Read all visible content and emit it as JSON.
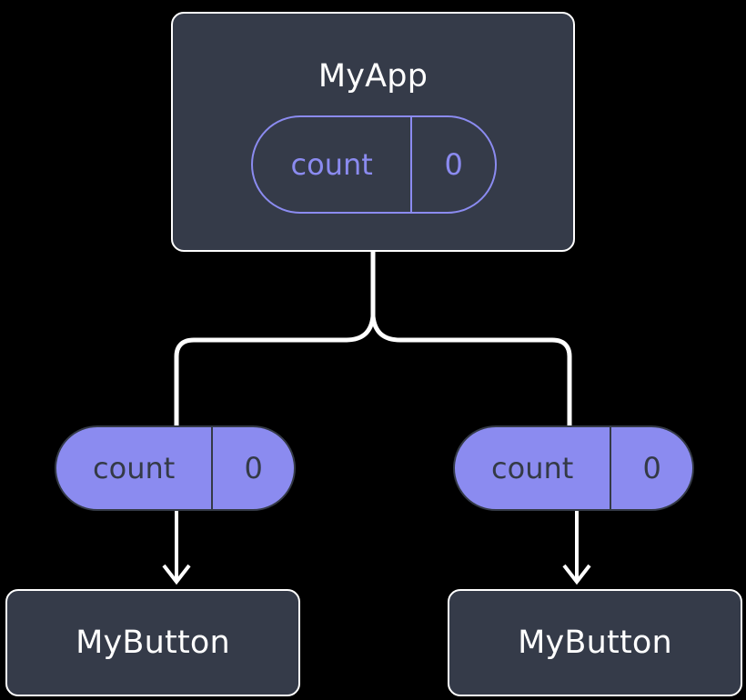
{
  "diagram": {
    "type": "component-tree",
    "background_color": "#000000",
    "colors": {
      "node_fill": "#353b49",
      "node_border": "#ffffff",
      "node_text": "#ffffff",
      "state_accent": "#8b8bf0",
      "pill_text_on_fill": "#343a46",
      "edge": "#ffffff"
    },
    "root": {
      "name": "root-component",
      "title": "MyApp",
      "state_pill": {
        "key": "count",
        "value": "0",
        "style": "outline"
      }
    },
    "branches": [
      {
        "name": "branch-left",
        "props_pill": {
          "key": "count",
          "value": "0",
          "style": "filled"
        },
        "child": {
          "name": "child-component-left",
          "title": "MyButton"
        }
      },
      {
        "name": "branch-right",
        "props_pill": {
          "key": "count",
          "value": "0",
          "style": "filled"
        },
        "child": {
          "name": "child-component-right",
          "title": "MyButton"
        }
      }
    ],
    "edges": [
      {
        "name": "edge-root-fork",
        "from": "root-component",
        "to": "fork-junction",
        "style": "solid",
        "arrow": false
      },
      {
        "name": "edge-fork-left-pill",
        "from": "fork-junction",
        "to": "branch-left-props",
        "style": "solid",
        "arrow": false
      },
      {
        "name": "edge-fork-right-pill",
        "from": "fork-junction",
        "to": "branch-right-props",
        "style": "solid",
        "arrow": false
      },
      {
        "name": "edge-left-pill-button",
        "from": "branch-left-props",
        "to": "child-component-left",
        "style": "solid",
        "arrow": true
      },
      {
        "name": "edge-right-pill-button",
        "from": "branch-right-props",
        "to": "child-component-right",
        "style": "solid",
        "arrow": true
      }
    ]
  }
}
